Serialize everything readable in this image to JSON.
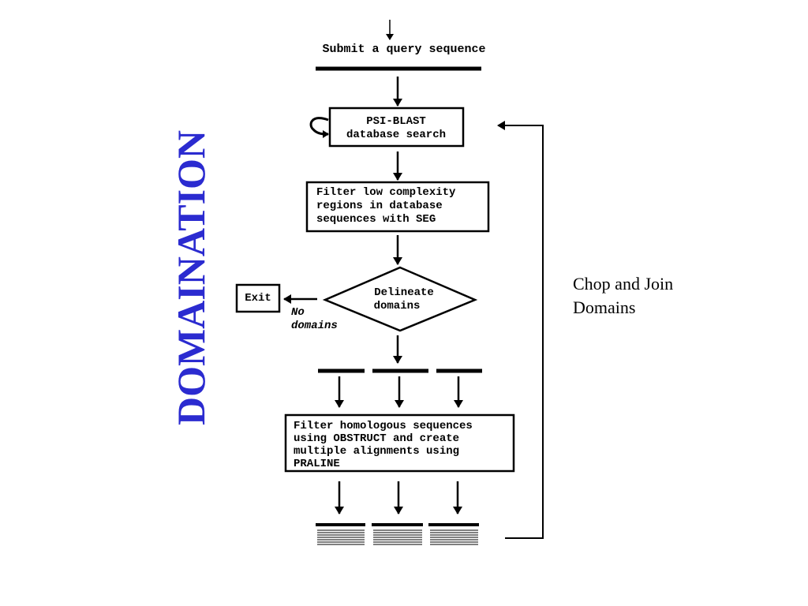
{
  "title": "DOMAINATION",
  "title_color": "#2b2bd0",
  "side_note": {
    "line1": "Chop and Join",
    "line2": "Domains"
  },
  "flow": {
    "submit": "Submit a query sequence",
    "psi_blast": {
      "line1": "PSI-BLAST",
      "line2": "database search"
    },
    "filter_seg": {
      "line1": "Filter low complexity",
      "line2": "regions in database",
      "line3": "sequences with SEG"
    },
    "delineate": {
      "line1": "Delineate",
      "line2": "domains"
    },
    "exit": "Exit",
    "no_domains": {
      "line1": "No",
      "line2": "domains"
    },
    "filter_homologous": {
      "line1": "Filter homologous sequences",
      "line2": "using OBSTRUCT and create",
      "line3": "multiple alignments using",
      "line4": "PRALINE"
    }
  }
}
